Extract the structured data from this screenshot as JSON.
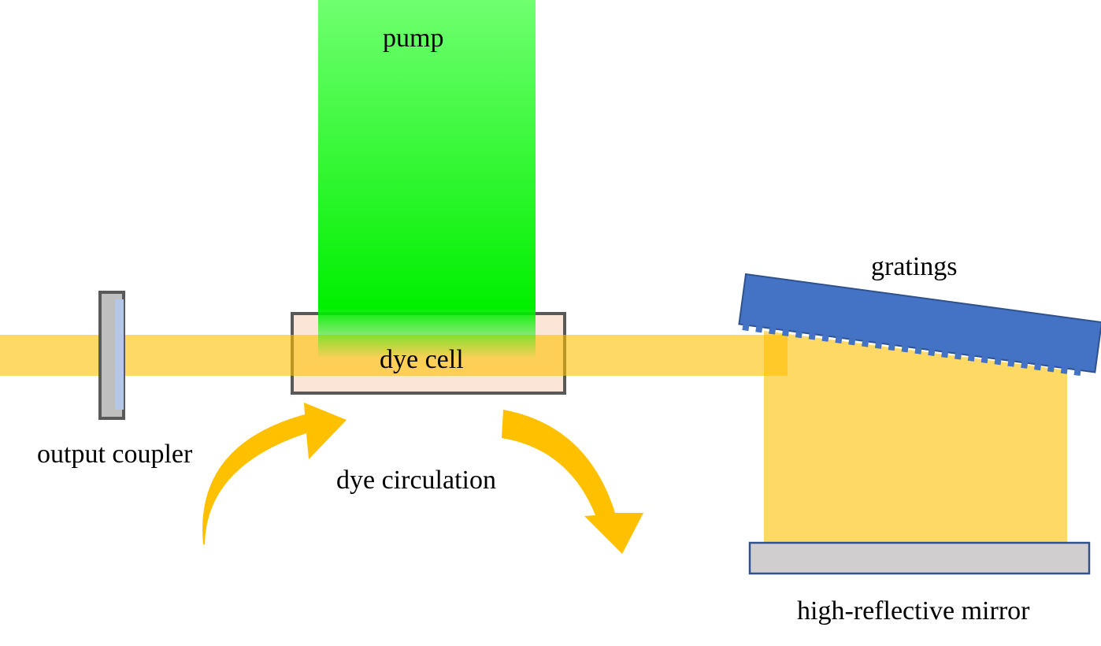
{
  "labels": {
    "pump": "pump",
    "dye_cell": "dye cell",
    "output_coupler": "output coupler",
    "dye_circulation": "dye circulation",
    "gratings": "gratings",
    "high_reflective_mirror": "high-reflective mirror"
  },
  "colors": {
    "laser_beam": "#FFC000",
    "pump_beam_top": "#70FF70",
    "pump_beam_bottom": "#00F000",
    "dye_cell_fill": "#FBE5D6",
    "frame_gray": "#595959",
    "coupler_body": "#BFBFBF",
    "coupler_coating": "#B4C7E7",
    "grating_fill": "#4472C4",
    "grating_edge": "#2F528F",
    "mirror_fill": "#D0CECE",
    "mirror_edge": "#2F528F",
    "circulation_arrow": "#FFC000"
  }
}
